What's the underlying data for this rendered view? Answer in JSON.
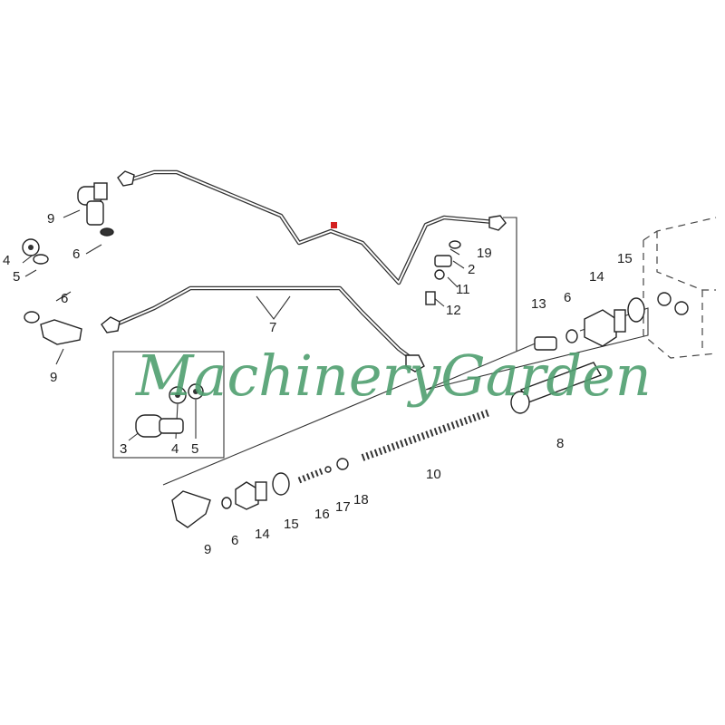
{
  "diagram": {
    "watermark": "MachineryGarden",
    "marker_color": "#d32020",
    "watermark_color": "#4f9f6f",
    "callouts": {
      "upper_left_elbow": "9",
      "upper_left_nut": "4",
      "upper_left_washer": "5",
      "upper_left_seal": "6",
      "mid_left_seal": "6",
      "mid_left_elbow": "9",
      "pipes": "7",
      "inset_elbow": "3",
      "inset_nut": "4",
      "inset_washer": "5",
      "clip_washer": "19",
      "clip": "2",
      "clip_nut": "11",
      "clip_bolt": "12",
      "right_adapter": "13",
      "right_seal": "6",
      "right_plug": "14",
      "right_washer": "15",
      "piston": "8",
      "spring_long": "10",
      "seat": "18",
      "ball": "17",
      "spring_short": "16",
      "lower_washer": "15",
      "lower_plug": "14",
      "lower_seal": "6",
      "lower_elbow": "9"
    }
  }
}
